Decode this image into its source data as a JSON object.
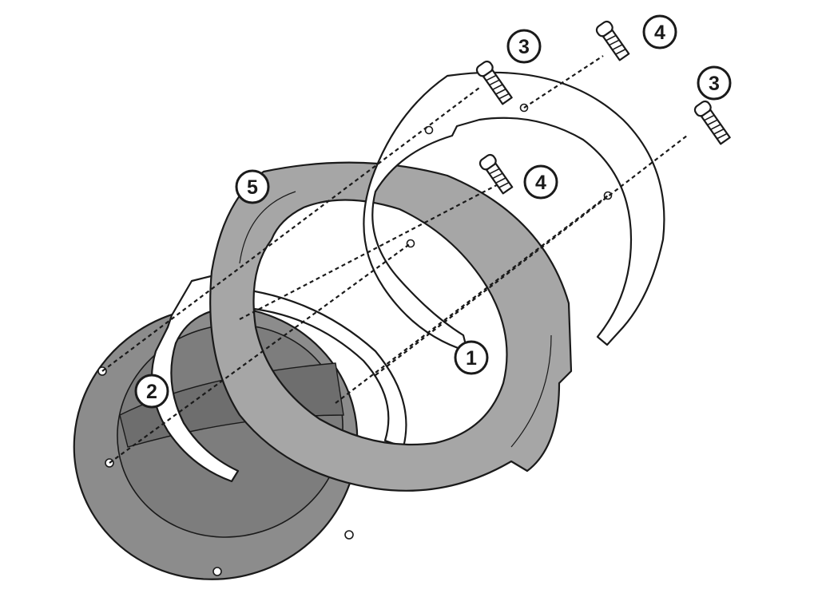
{
  "colors": {
    "gray_part": "#8c8c8c",
    "gray_light": "#a6a6a6",
    "gray_dark": "#6e6e6e",
    "white_part": "#ffffff",
    "line": "#1a1a1a"
  },
  "icons": [
    "screw-icon",
    "hole-icon"
  ],
  "callouts": [
    {
      "id": "callout-1",
      "label": "1"
    },
    {
      "id": "callout-2",
      "label": "2"
    },
    {
      "id": "callout-3a",
      "label": "3"
    },
    {
      "id": "callout-3b",
      "label": "3"
    },
    {
      "id": "callout-4a",
      "label": "4"
    },
    {
      "id": "callout-4b",
      "label": "4"
    },
    {
      "id": "callout-5",
      "label": "5"
    }
  ]
}
